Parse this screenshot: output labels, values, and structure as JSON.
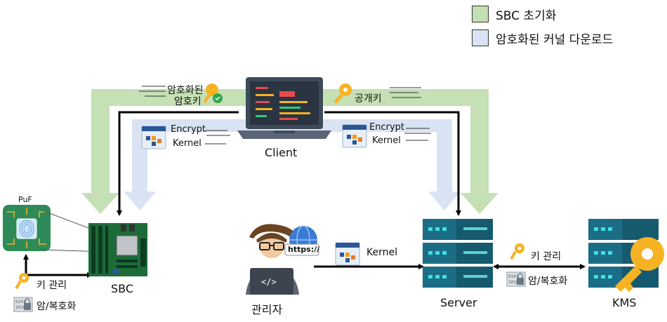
{
  "colors": {
    "green_flow": "#c5e0b4",
    "blue_flow": "#dae3f3",
    "arrow": "#000000",
    "server_teal": "#1b6d86",
    "key_gold": "#f5b323"
  },
  "legend": [
    {
      "label": "SBC 초기화",
      "color": "#c5e0b4"
    },
    {
      "label": "암호화된 커널 다운로드",
      "color": "#dae3f3"
    }
  ],
  "client": {
    "label": "Client",
    "left_note": {
      "line1": "암호화된",
      "line2": "암호키"
    },
    "left_file": {
      "line1": "Encrypt",
      "line2": "Kernel"
    },
    "right_note": "공개키",
    "right_file": {
      "line1": "Encrypt",
      "line2": "Kernel"
    }
  },
  "sbc": {
    "label": "SBC",
    "puf_label": "PuF",
    "key_mgmt": "키 관리",
    "crypto": "암/복호화"
  },
  "admin": {
    "label": "관리자",
    "https_label": "https://",
    "file_label": "Kernel"
  },
  "server": {
    "label": "Server",
    "key_mgmt": "키 관리",
    "crypto": "암/복호화"
  },
  "kms": {
    "label": "KMS"
  },
  "icons": [
    "laptop-icon",
    "file-icon",
    "key-icon",
    "chip-icon",
    "motherboard-icon",
    "developer-icon",
    "globe-icon",
    "server-icon",
    "lock-icon",
    "shield-key-icon"
  ]
}
